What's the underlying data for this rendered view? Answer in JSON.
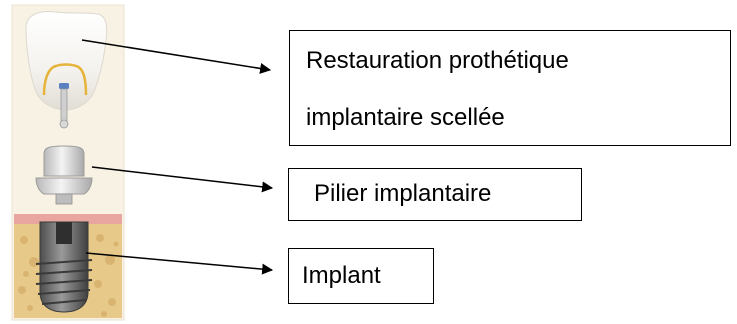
{
  "labels": {
    "restoration_line1": "Restauration prothétique",
    "restoration_line2": "implantaire scellée",
    "abutment": "Pilier implantaire",
    "implant": "Implant"
  },
  "colors": {
    "panel_background": "#f7f2e4",
    "crown": "#f6f4ef",
    "crown_inner_line": "#e6b43a",
    "abutment_metal": "#dcdcdc",
    "implant_metal": "#6e6e6e",
    "bone": "#e7c98a",
    "gum": "#e9a6a0",
    "text": "#000000",
    "arrow": "#000000"
  }
}
